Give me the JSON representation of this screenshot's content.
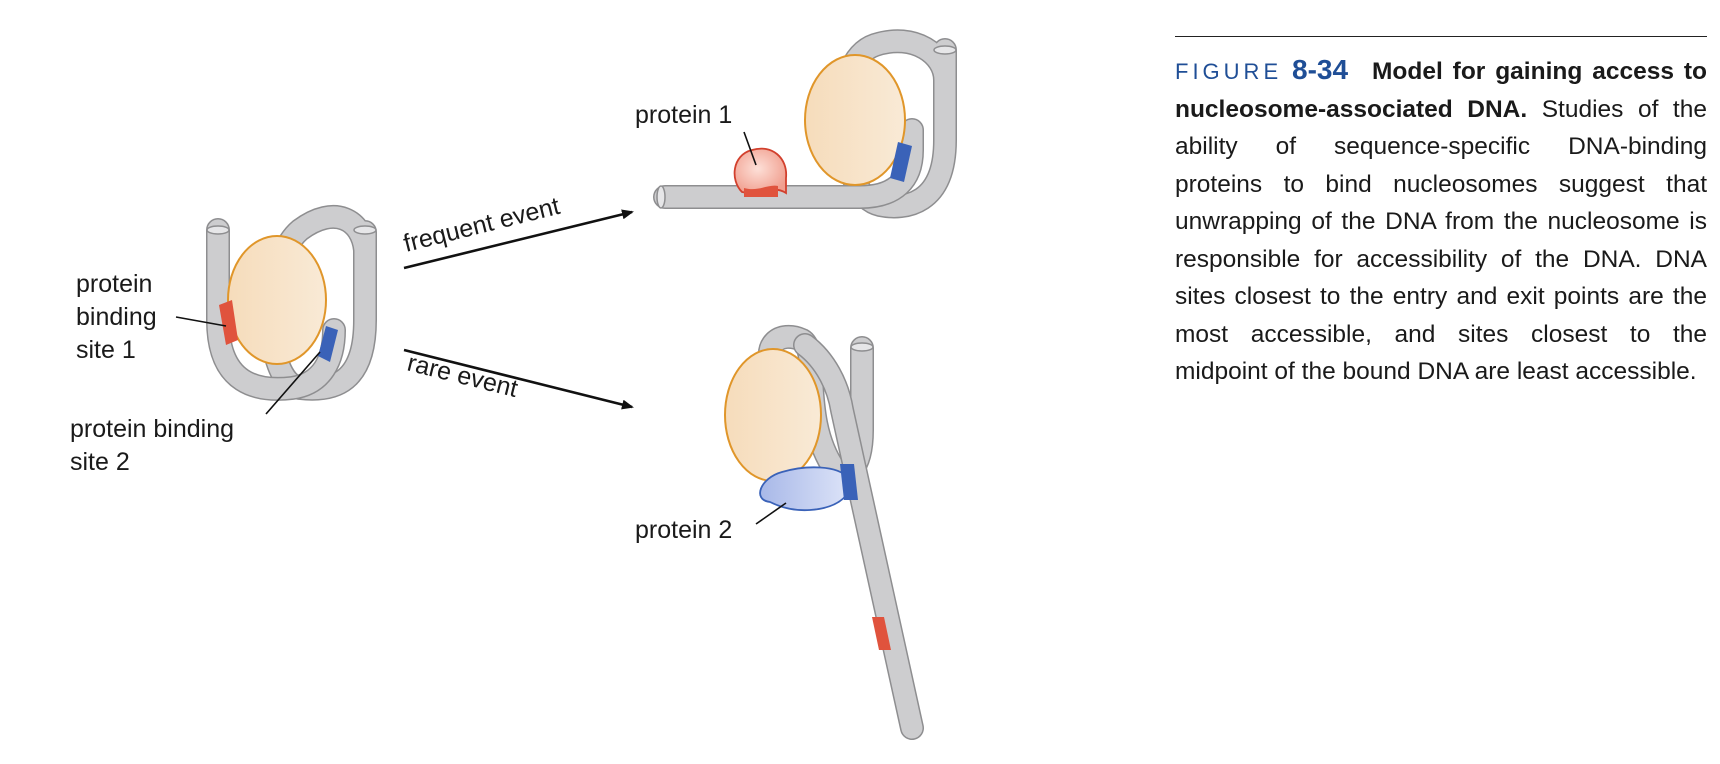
{
  "labels": {
    "protein_binding_site_1": [
      "protein",
      "binding",
      "site 1"
    ],
    "protein_binding_site_2": [
      "protein binding",
      "site 2"
    ],
    "frequent_event": "frequent event",
    "rare_event": "rare event",
    "protein_1": "protein 1",
    "protein_2": "protein 2"
  },
  "caption": {
    "figure_word": "FIGURE",
    "figure_number": "8-34",
    "title": "Model for gaining access to nucleosome-associated DNA.",
    "body": "Studies of the ability of sequence-specific DNA-binding proteins to bind nucleosomes suggest that unwrapping of the DNA from the nucleosome is responsible for accessibility of the DNA. DNA sites closest to the entry and exit points are the most accessible, and sites closest to the midpoint of the bound DNA are least accessible."
  },
  "colors": {
    "dna": "#cdcdcf",
    "dna_outline": "#8e8e90",
    "histone_fill": "#f4d7b2",
    "histone_outline": "#e0962a",
    "site_1": "#e0533d",
    "site_2": "#3a62b8",
    "protein_1_fill": "#f5b9ad",
    "protein_2_fill": "#c0ccf0",
    "caption_accent": "#1f4e96"
  }
}
